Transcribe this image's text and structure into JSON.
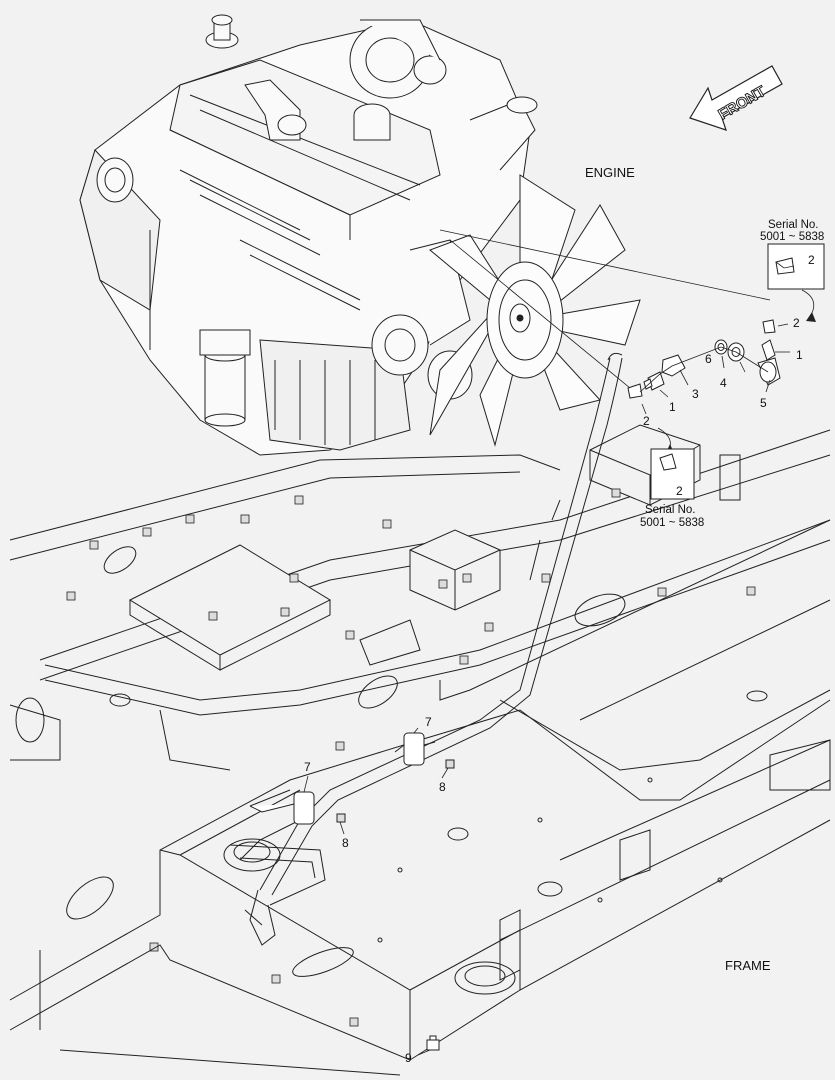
{
  "labels": {
    "front": "FRONT",
    "engine": "ENGINE",
    "frame": "FRAME"
  },
  "serial_notes": [
    {
      "line1": "Serial No.",
      "line2": "5001 ~ 5838",
      "part": "2"
    },
    {
      "line1": "Serial No.",
      "line2": "5001 ~ 5838",
      "part": "2"
    }
  ],
  "callouts": [
    "2",
    "1",
    "6",
    "4",
    "5",
    "3",
    "1",
    "2",
    "7",
    "8",
    "7",
    "8",
    "9"
  ]
}
